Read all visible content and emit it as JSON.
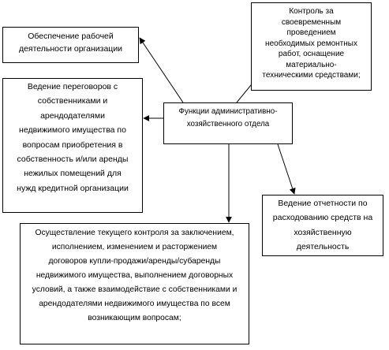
{
  "boxes": {
    "center": [
      "Функции административно-",
      "хозяйственного отдела"
    ],
    "top_left": [
      "Обеспечение рабочей",
      "деятельности организации"
    ],
    "top_right": [
      "Контроль за",
      "своевременным",
      "проведением",
      "необходимых ремонтных",
      "работ, оснащение",
      "материально-",
      "техническими средствами;"
    ],
    "mid_left": [
      "Ведение переговоров с",
      "собственниками и",
      "арендодателями",
      "недвижимого имущества по",
      "вопросам приобретения в",
      "собственность и/или аренды",
      "нежилых помещений для",
      "нужд кредитной организации"
    ],
    "bottom_right": [
      "Ведение отчетности по",
      "расходованию средств на",
      "хозяйственную",
      "деятельность"
    ],
    "bottom": [
      "Осуществление текущего контроля за заключением,",
      "исполнением, изменением и расторжением",
      "договоров купли-продажи/аренды/субаренды",
      "недвижимого имущества, выполнением договорных",
      "условий, а также взаимодействие с собственниками и",
      "арендодателями недвижимого имущества по всем",
      "возникающим вопросам;"
    ]
  }
}
